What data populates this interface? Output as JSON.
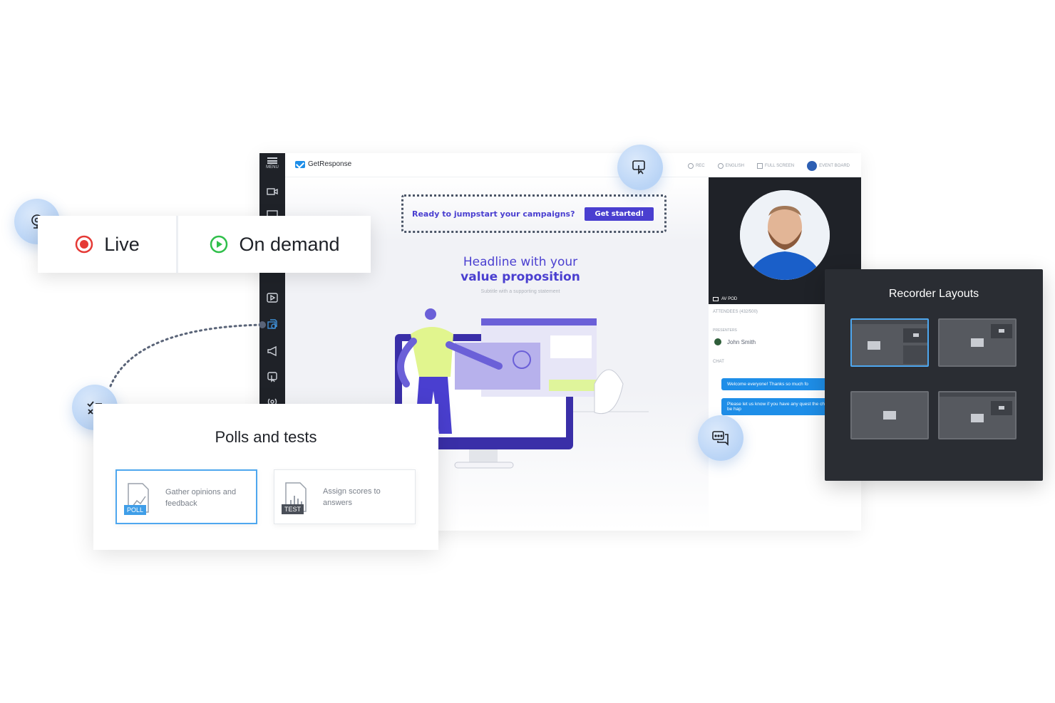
{
  "app": {
    "brand": "GetResponse",
    "menu_label": "MENU",
    "top_items": [
      "REC",
      "ENGLISH",
      "FULL SCREEN",
      "EVENT BOARD"
    ]
  },
  "cta": {
    "text": "Ready to jumpstart your campaigns?",
    "button": "Get started!"
  },
  "hero": {
    "headline_line1": "Headline with your",
    "headline_line2": "value proposition",
    "subtitle": "Subtitle with a supporting statement"
  },
  "video_panel": {
    "av_label": "AV POD",
    "attendees": "ATTENDEES (432/500)",
    "presenters_label": "PRESENTERS",
    "presenter_name": "John Smith",
    "chat_label": "CHAT",
    "messages": [
      "Welcome everyone! Thanks so much fo",
      "Please let us know if you have any quest the chat pod - we'll be hap"
    ]
  },
  "modes": {
    "live": "Live",
    "on_demand": "On demand"
  },
  "polls": {
    "title": "Polls and tests",
    "options": [
      {
        "tag": "POLL",
        "text": "Gather opinions and feedback",
        "tag_color": "#3f9ee8"
      },
      {
        "tag": "TEST",
        "text": "Assign scores to answers",
        "tag_color": "#4a4f58"
      }
    ]
  },
  "recorder": {
    "title": "Recorder Layouts"
  },
  "colors": {
    "accent": "#4a3fd0",
    "blue": "#1e8ee8",
    "live_red": "#e53935",
    "on_demand_green": "#2fbf4a",
    "dark_panel": "#2a2d33"
  }
}
